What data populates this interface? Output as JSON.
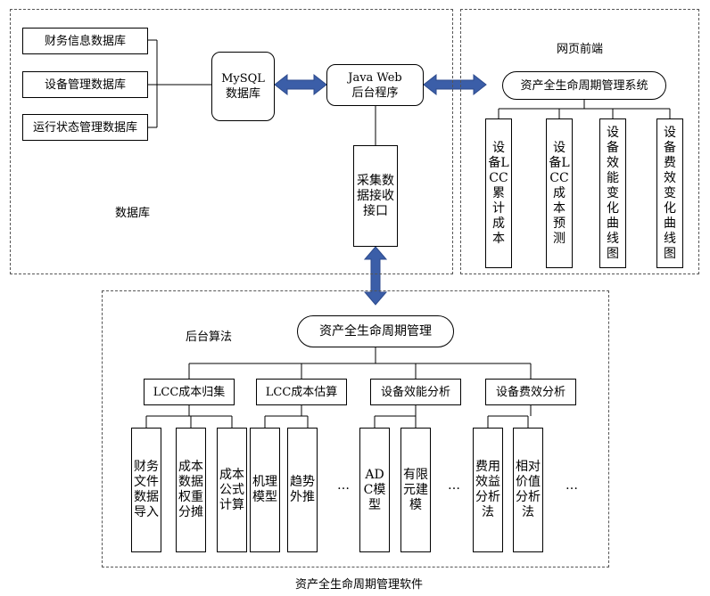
{
  "database_group": {
    "label": "数据库",
    "tables": [
      "财务信息数据库",
      "设备管理数据库",
      "运行状态管理数据库"
    ],
    "mysql": "MySQL\n数据库",
    "javaweb": "Java Web\n后台程序",
    "collector": "采集数据接收接口"
  },
  "frontend_group": {
    "label": "网页前端",
    "system": "资产全生命周期管理系统",
    "modules": [
      "设备LCC累计成本",
      "设备LCC成本预测",
      "设备效能变化曲线图",
      "设备费效变化曲线图"
    ]
  },
  "backend_group": {
    "label": "后台算法",
    "root": "资产全生命周期管理",
    "categories": [
      {
        "label": "LCC成本归集",
        "leaves": [
          "财务文件数据导入",
          "成本数据权重分摊",
          "成本公式计算"
        ]
      },
      {
        "label": "LCC成本估算",
        "leaves": [
          "机理模型",
          "趋势外推"
        ]
      },
      {
        "label": "设备效能分析",
        "leaves": [
          "ADC模型",
          "有限元建模"
        ]
      },
      {
        "label": "设备费效分析",
        "leaves": [
          "费用效益分析法",
          "相对价值分析法"
        ]
      }
    ],
    "ellipsis": "…"
  },
  "caption": "资产全生命周期管理软件"
}
